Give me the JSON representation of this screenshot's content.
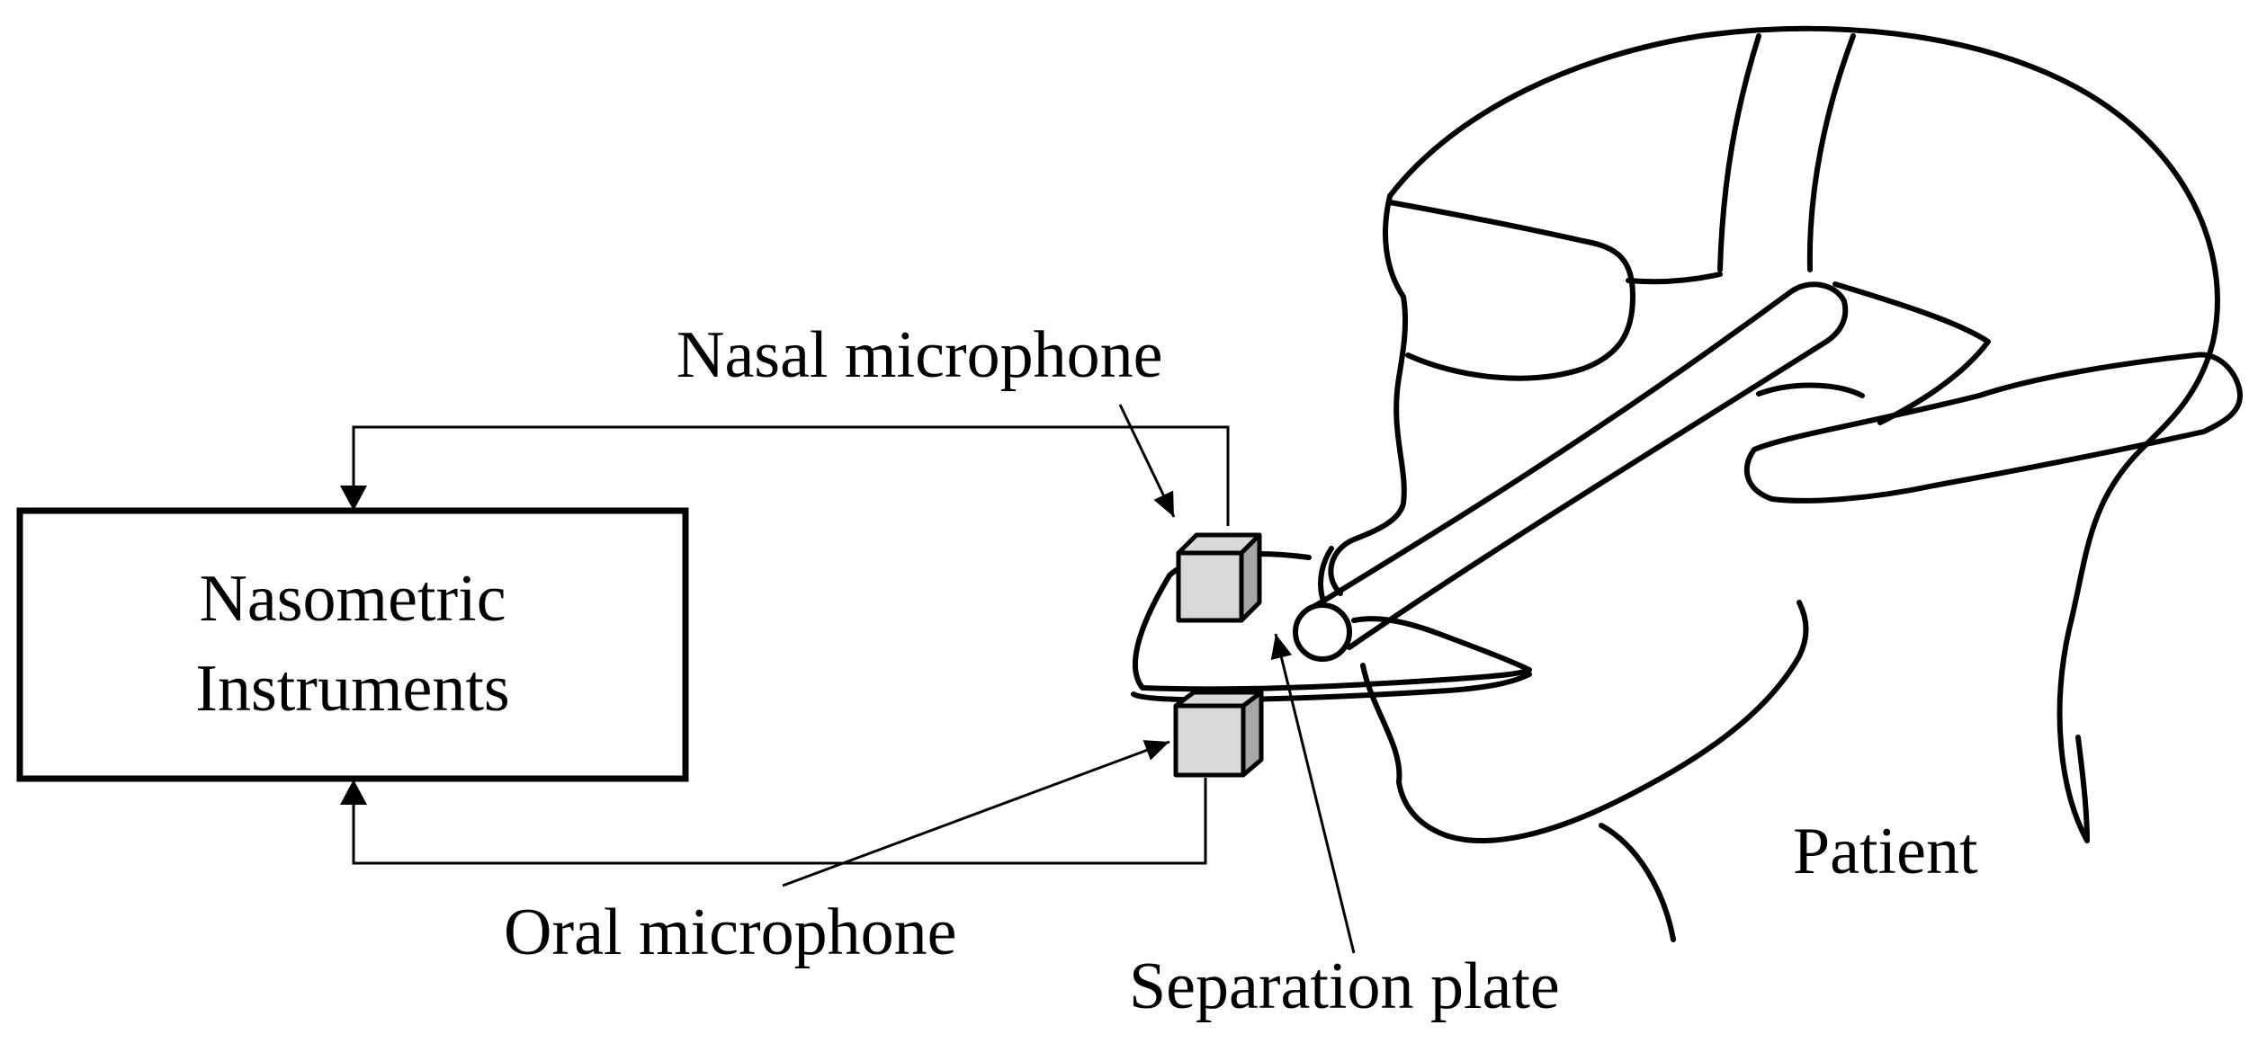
{
  "labels": {
    "box_line1": "Nasometric",
    "box_line2": "Instruments",
    "nasal_mic": "Nasal microphone",
    "oral_mic": "Oral microphone",
    "separation_plate": "Separation plate",
    "patient": "Patient"
  },
  "colors": {
    "stroke": "#000000",
    "mic_face": "#d9d9d9",
    "mic_side": "#a6a6a6",
    "background": "#ffffff"
  }
}
